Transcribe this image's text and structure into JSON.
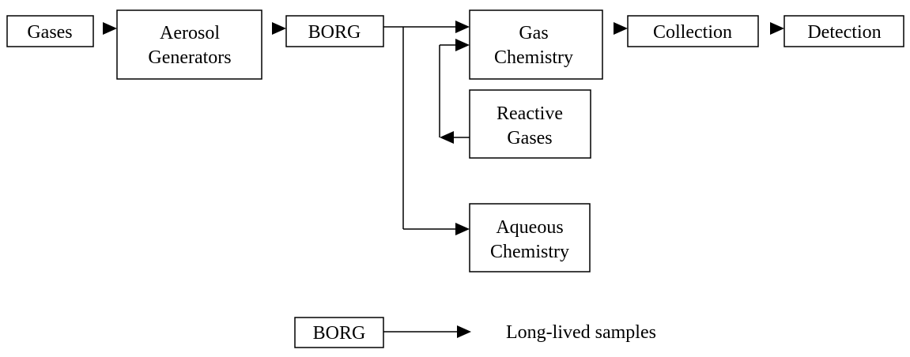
{
  "diagram": {
    "nodes": {
      "gases": {
        "line1": "Gases"
      },
      "aerosol_generators": {
        "line1": "Aerosol",
        "line2": "Generators"
      },
      "borg": {
        "line1": "BORG"
      },
      "gas_chemistry": {
        "line1": "Gas",
        "line2": "Chemistry"
      },
      "collection": {
        "line1": "Collection"
      },
      "detection": {
        "line1": "Detection"
      },
      "reactive_gases": {
        "line1": "Reactive",
        "line2": "Gases"
      },
      "aqueous_chemistry": {
        "line1": "Aqueous",
        "line2": "Chemistry"
      }
    },
    "legend": {
      "box_label": "BORG",
      "text": "Long-lived samples"
    }
  }
}
